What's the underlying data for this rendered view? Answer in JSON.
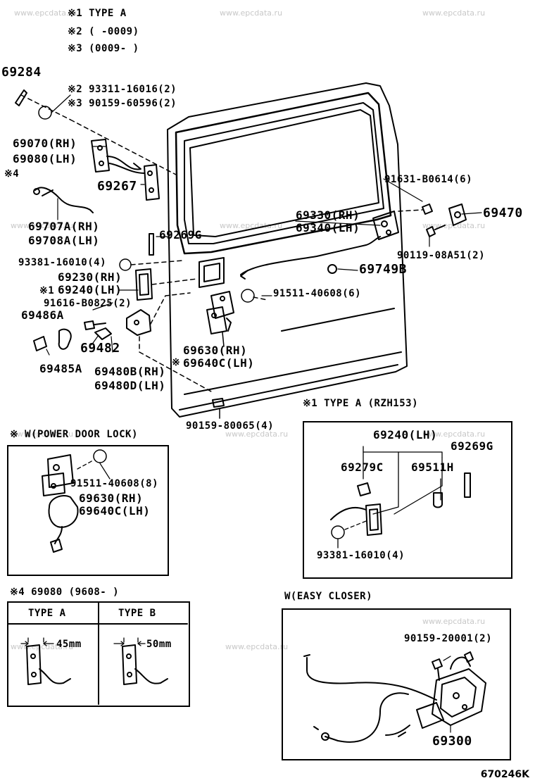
{
  "watermark": "www.epcdata.ru",
  "legend": {
    "note1": "※1 TYPE A",
    "note2": "※2 (     -0009)",
    "note3": "※3 (0009-     )"
  },
  "parts": {
    "p69284": "69284",
    "fastener_a": "※2 93311-16016(2)",
    "fastener_b": "※3 90159-60596(2)",
    "p69070": "69070(RH)",
    "p69080": "69080(LH)",
    "note4_mark": "※4",
    "p69267": "69267",
    "p69707": "69707A(RH)",
    "p69708": "69708A(LH)",
    "p69269g": "69269G",
    "p93381": "93381-16010(4)",
    "p69230": "69230(RH)",
    "p69240": "69240(LH)",
    "note1_mark": "※1",
    "p91616": "91616-B0825(2)",
    "p69486a": "69486A",
    "p69482": "69482",
    "p69485a": "69485A",
    "p69480b": "69480B(RH)",
    "p69480d": "69480D(LH)",
    "p91631": "91631-B0614(6)",
    "p69470": "69470",
    "p69330": "69330(RH)",
    "p69340": "69340(LH)",
    "p90119": "90119-08A51(2)",
    "p69749b": "69749B",
    "p91511": "91511-40608(6)",
    "p69630": "69630(RH)",
    "p69640c": "69640C(LH)",
    "note_w_mark": "※",
    "p90159_80065": "90159-80065(4)"
  },
  "inset_type_a": {
    "title": "※1  TYPE A  (RZH153)",
    "p69240": "69240(LH)",
    "p69279c": "69279C",
    "p69511h": "69511H",
    "p69269g": "69269G",
    "p93381": "93381-16010(4)"
  },
  "inset_power_lock": {
    "title": "※ W(POWER DOOR LOCK)",
    "p91511": "91511-40608(8)",
    "p69630": "69630(RH)",
    "p69640c": "69640C(LH)"
  },
  "inset_hinge_type": {
    "title": "※4  69080 (9608-      )",
    "col_a": "TYPE A",
    "col_b": "TYPE B",
    "dim_a": "45mm",
    "dim_b": "50mm"
  },
  "inset_easy_closer": {
    "title": "W(EASY CLOSER)",
    "p90159": "90159-20001(2)",
    "p69300": "69300"
  },
  "diagram_code": "670246K"
}
